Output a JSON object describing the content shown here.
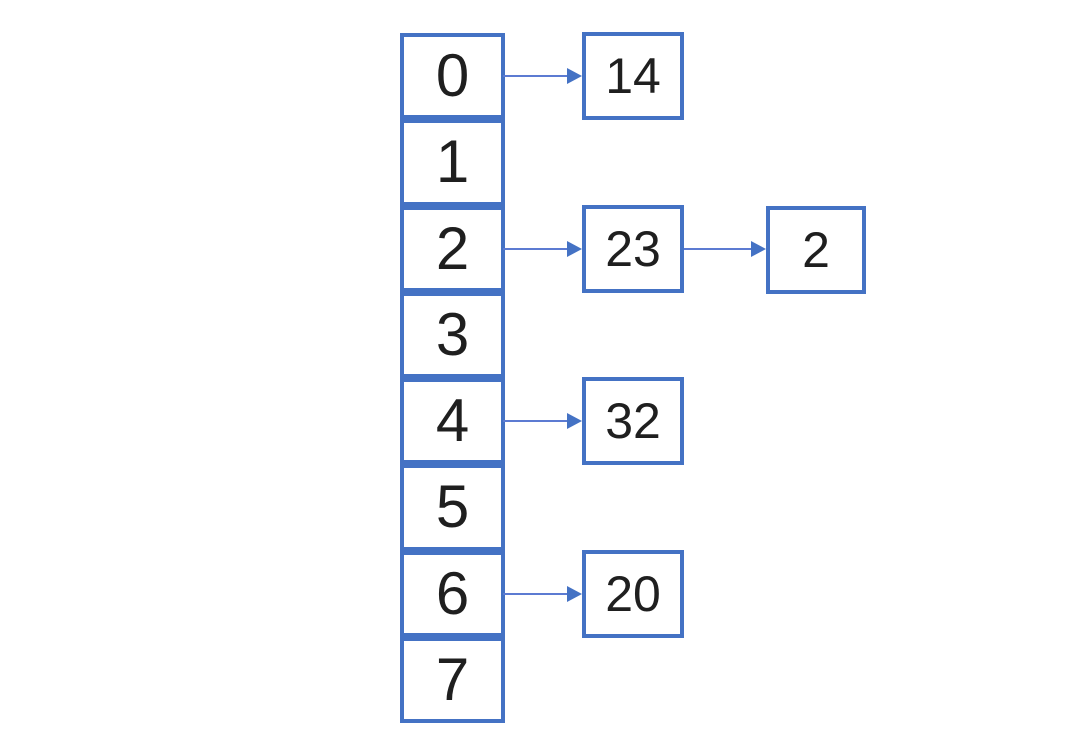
{
  "diagram": {
    "colors": {
      "box_border": "#4472C4",
      "arrow_line": "#5C7BD2",
      "text": "#1F1F1F",
      "background": "#FFFFFF"
    },
    "buckets": [
      {
        "index": "0",
        "chain": [
          "14"
        ]
      },
      {
        "index": "1",
        "chain": []
      },
      {
        "index": "2",
        "chain": [
          "23",
          "2"
        ]
      },
      {
        "index": "3",
        "chain": []
      },
      {
        "index": "4",
        "chain": [
          "32"
        ]
      },
      {
        "index": "5",
        "chain": []
      },
      {
        "index": "6",
        "chain": [
          "20"
        ]
      },
      {
        "index": "7",
        "chain": []
      }
    ]
  }
}
